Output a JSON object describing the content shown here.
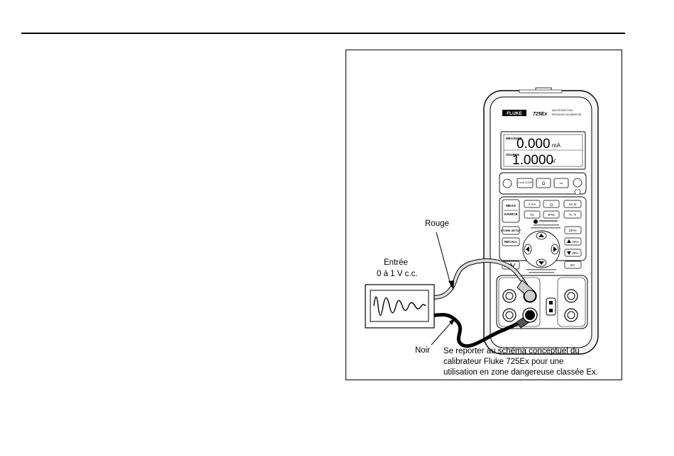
{
  "labels": {
    "rouge": "Rouge",
    "entree_line1": "Entrée",
    "entree_line2": "0 à 1 V c.c.",
    "noir": "Noir",
    "note_line1": "Se reporter au schéma conceptuel du",
    "note_line2": "calibrateur Fluke 725Ex pour une",
    "note_line3": "utilisation en zone dangereuse classée Ex."
  },
  "device": {
    "brand": "FLUKE",
    "model": "725Ex",
    "subtitle_line1": "MULTIFUNCTION",
    "subtitle_line2": "PROCESS CALIBRATOR",
    "measure_label": "MEASURE",
    "measure_value": "0.000",
    "measure_unit": "mA",
    "source_label": "SOURCE",
    "source_value": "1.0000",
    "source_unit": "V",
    "keys": {
      "vma_loop": "V mA LOOP",
      "ohm": "Ω",
      "hz": "Hz",
      "meas": "MEAS",
      "source": "SOURCE",
      "vma": "V mA",
      "ohm2": "Ω",
      "hz_ohm": "Hz Ω",
      "tc": "TC",
      "rtd": "RTD",
      "degc_degf": "°C °F",
      "store_setup": "STORE SETUP",
      "recall": "RECALL",
      "pct100": "100%",
      "pct25_up": "25%",
      "pct25_down": "25%",
      "pct0": "0%"
    }
  }
}
